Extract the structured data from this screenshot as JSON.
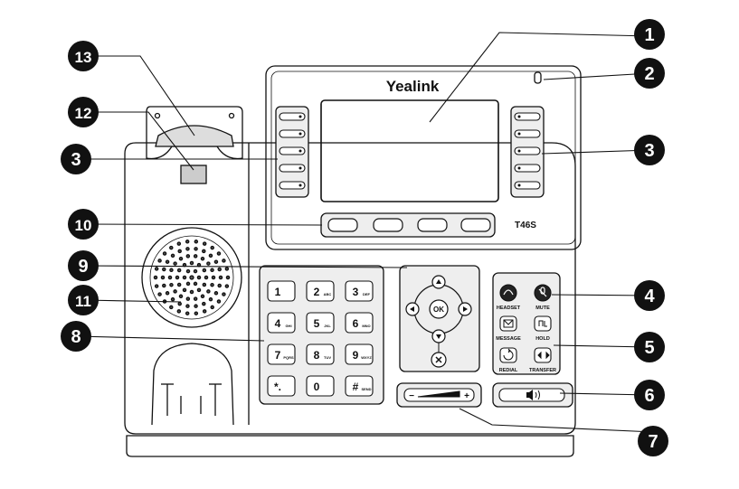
{
  "brand": "Yealink",
  "model": "T46S",
  "callouts": [
    "1",
    "2",
    "3",
    "3",
    "4",
    "5",
    "6",
    "7",
    "8",
    "9",
    "10",
    "11",
    "12",
    "13"
  ],
  "keypad": {
    "keys": [
      {
        "main": "1",
        "sub": ""
      },
      {
        "main": "2",
        "sub": "ABC"
      },
      {
        "main": "3",
        "sub": "DEF"
      },
      {
        "main": "4",
        "sub": "GHI"
      },
      {
        "main": "5",
        "sub": "JKL"
      },
      {
        "main": "6",
        "sub": "MNO"
      },
      {
        "main": "7",
        "sub": "PQRS"
      },
      {
        "main": "8",
        "sub": "TUV"
      },
      {
        "main": "9",
        "sub": "WXYZ"
      },
      {
        "main": "*.",
        "sub": ""
      },
      {
        "main": "0",
        "sub": ""
      },
      {
        "main": "#",
        "sub": "SEND"
      }
    ]
  },
  "nav": {
    "ok": "OK"
  },
  "feature_keys": {
    "headset": "HEADSET",
    "mute": "MUTE",
    "message": "MESSAGE",
    "hold": "HOLD",
    "redial": "REDIAL",
    "transfer": "TRANSFER"
  },
  "volume": {
    "minus": "−",
    "plus": "+"
  }
}
